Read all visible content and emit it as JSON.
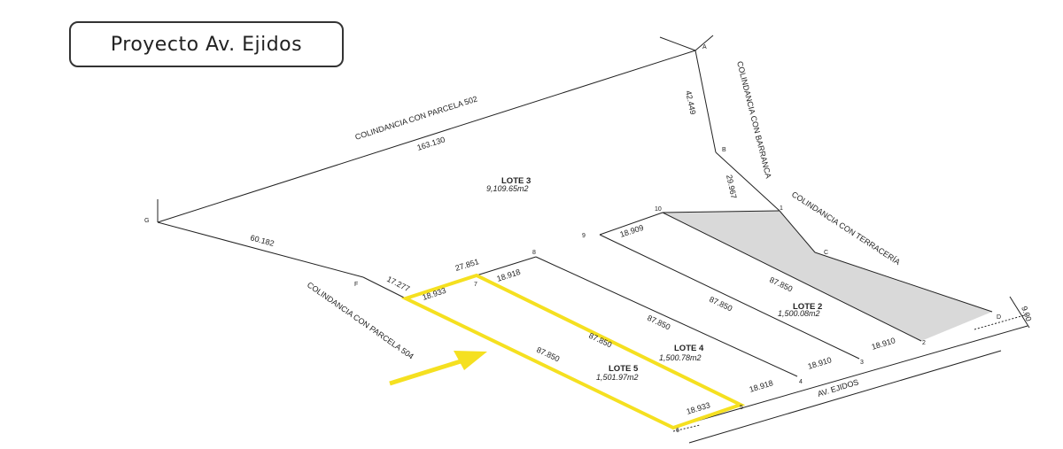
{
  "title": "Proyecto Av. Ejidos",
  "boundaries": {
    "parcela_502": "COLINDANCIA CON PARCELA 502",
    "barranca": "COLINDANCIA CON BARRANCA",
    "terraceria": "COLINDANCIA CON TERRACERÍA",
    "parcela_504": "COLINDANCIA CON PARCELA 504",
    "avenida": "AV. EJIDOS"
  },
  "lots": {
    "lote3": {
      "name": "LOTE 3",
      "area": "9,109.65m2"
    },
    "lote2": {
      "name": "LOTE 2",
      "area": "1,500.08m2"
    },
    "lote4": {
      "name": "LOTE 4",
      "area": "1,500.78m2"
    },
    "lote5": {
      "name": "LOTE 5",
      "area": "1,501.97m2"
    }
  },
  "dimensions": {
    "d163_130": "163.130",
    "d42_449": "42.449",
    "d29_967": "29.967",
    "d60_182": "60.182",
    "d17_277": "17.277",
    "d27_851": "27.851",
    "d18_909": "18.909",
    "d18_918_top": "18.918",
    "d18_933_top": "18.933",
    "d87_850_lote2": "87.850",
    "d87_850_b": "87.850",
    "d87_850_c": "87.850",
    "d87_850_d": "87.850",
    "d87_850_e": "87.850",
    "d18_910_a": "18.910",
    "d18_910_b": "18.910",
    "d18_918_bot": "18.918",
    "d18_933_bot": "18.933",
    "d9_00": "9.00"
  },
  "points": {
    "A": "A",
    "B": "B",
    "C": "C",
    "D": "D",
    "F": "F",
    "G": "G",
    "p1": "1",
    "p2": "2",
    "p3": "3",
    "p4": "4",
    "p5": "5",
    "p6": "6",
    "p7": "7",
    "p8": "8",
    "p9": "9",
    "p10": "10"
  },
  "colors": {
    "highlight": "#f5e020",
    "shaded_area": "#d9d9d9",
    "lines": "#222222"
  }
}
